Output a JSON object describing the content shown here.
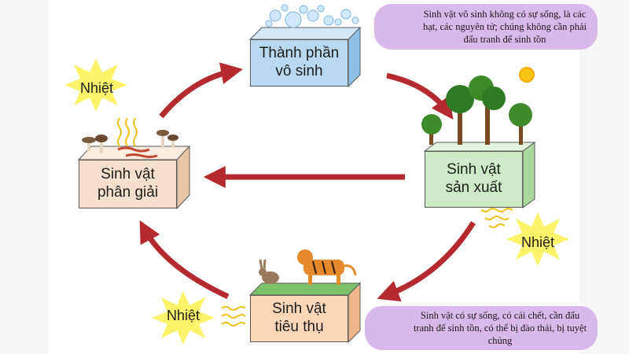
{
  "nodes": {
    "abiotic": "Thành phần\nvô sinh",
    "producer": "Sinh vật\nsản xuất",
    "consumer": "Sinh vật\ntiêu thụ",
    "decomposer": "Sinh vật\nphân giải"
  },
  "heat_labels": [
    "Nhiệt",
    "Nhiệt",
    "Nhiệt"
  ],
  "notes": {
    "top": "Sinh vật vô sinh không có sự sống, là các hạt, các nguyên tử; chúng không cần phải đấu tranh để sinh tồn",
    "bottom": "Sinh vật có sự sống, có cái chết, cần đấu tranh để sinh tồn, có thể bị đào thải, bị tuyệt chủng"
  },
  "colors": {
    "arrow": "#b52a2e",
    "abiotic_box": "#b7daf2",
    "producer_box": "#cfeac8",
    "consumer_box": "#fbd7b8",
    "decomposer_box": "#f6e0cb",
    "heat_star": "#fdf36a",
    "note_bg": "#d9b8ec"
  }
}
